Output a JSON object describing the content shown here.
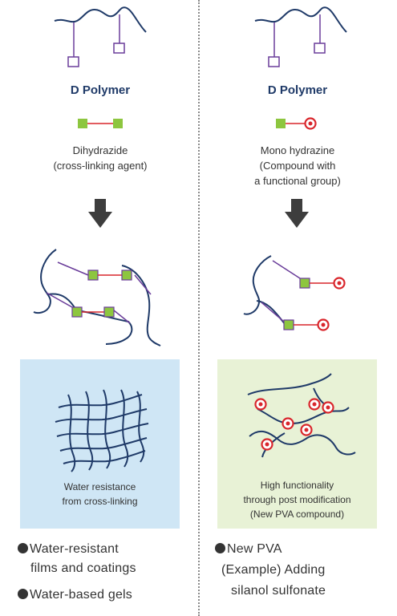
{
  "left": {
    "title": "D Polymer",
    "agent_line1": "Dihydrazide",
    "agent_line2": "(cross-linking agent)",
    "panel_line1": "Water resistance",
    "panel_line2": "from cross-linking",
    "uses": [
      {
        "line1": "Water-resistant",
        "line2": "films and coatings"
      },
      {
        "line1": "Water-based gels"
      }
    ],
    "panel_color": "#cfe6f5"
  },
  "right": {
    "title": "D Polymer",
    "agent_line1": "Mono hydrazine",
    "agent_line2": "(Compound with",
    "agent_line3": "a functional group)",
    "panel_line1": "High functionality",
    "panel_line2": "through post modification",
    "panel_line3": "(New PVA compound)",
    "uses_line1": "New PVA",
    "uses_line2": "(Example) Adding",
    "uses_line3": "silanol sulfonate",
    "panel_color": "#e8f2d6"
  },
  "colors": {
    "polymer": "#1f3a68",
    "pendant": "#6a3d9a",
    "crosslink": "#d9262c",
    "hydrazide": "#8dc63f",
    "arrow": "#3d3d3d"
  },
  "icons": [
    "polymer-chain-icon",
    "pendant-square-icon",
    "crosslinker-icon",
    "down-arrow-icon",
    "network-icon",
    "functional-group-circle-icon"
  ]
}
